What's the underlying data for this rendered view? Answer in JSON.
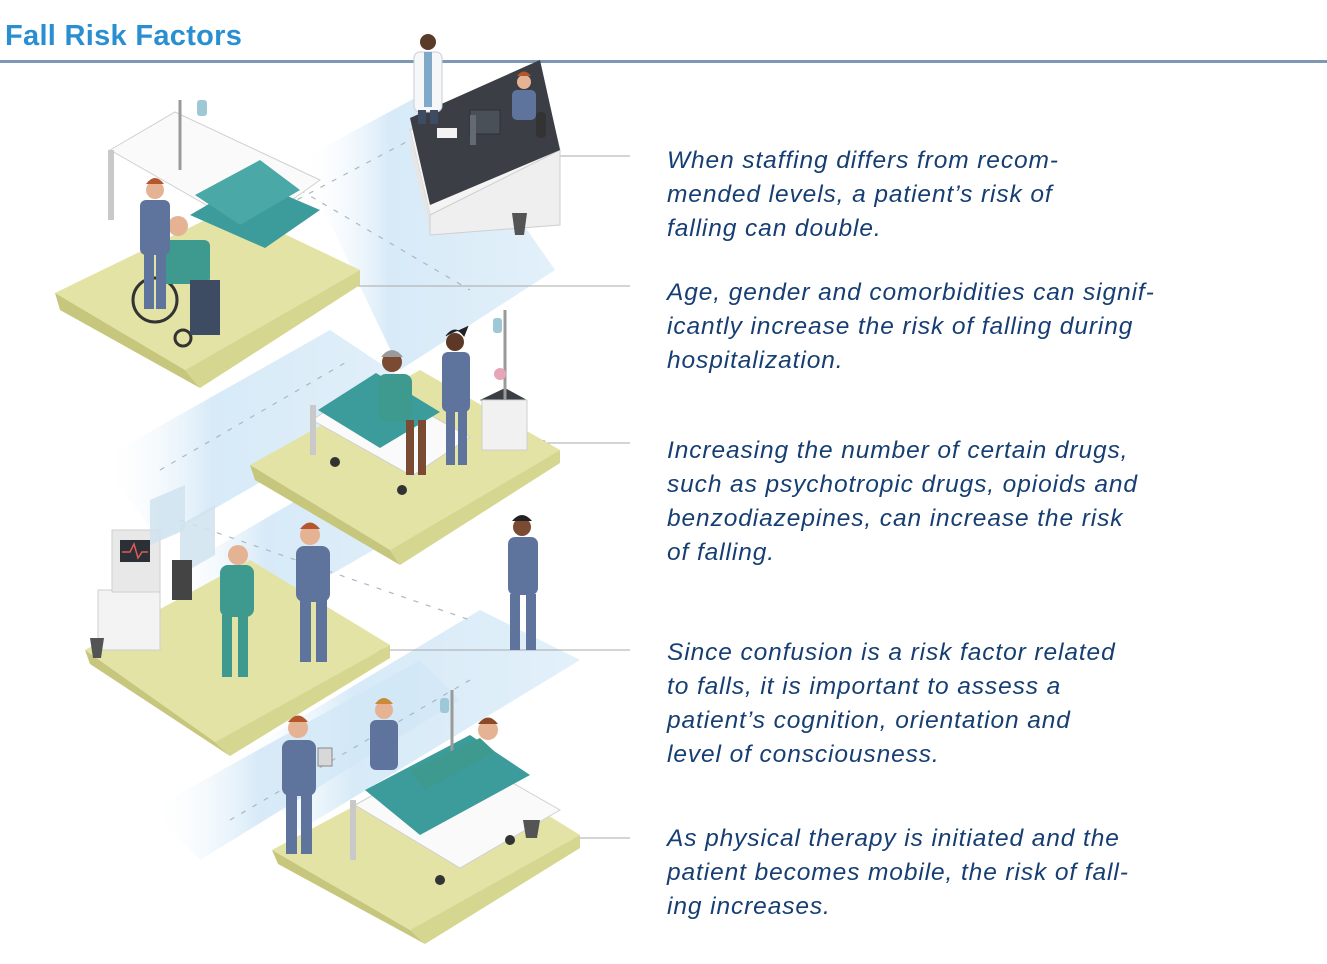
{
  "title": "Fall Risk Factors",
  "colors": {
    "title": "#2a8fd0",
    "callout_text": "#163e72",
    "rule": "#7d98b5",
    "floor": "#e2e3a4",
    "floor_edge": "#c6c77c",
    "bed_teal": "#3c9c9c",
    "scrubs": "#5f749c",
    "patient_gown": "#3e9a8e",
    "light_blue_path": "#cfe6f6"
  },
  "callouts": [
    "When staffing differs from recom-\nmended levels, a patient’s risk of\nfalling can double.",
    "Age, gender and comorbidities can signif-\nicantly increase the risk of falling during\nhospitalization.",
    "Increasing the number of certain drugs,\nsuch as psychotropic drugs, opioids and\nbenzodiazepines, can increase the risk\nof falling.",
    "Since confusion is a risk factor related\nto falls, it is important to assess a\npatient’s cognition, orientation and\nlevel of consciousness.",
    "As physical therapy is initiated and the\npatient becomes mobile, the risk of fall-\ning increases."
  ]
}
